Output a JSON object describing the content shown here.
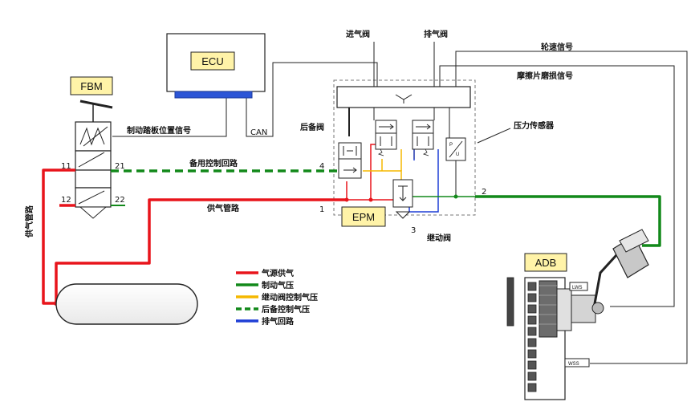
{
  "components": {
    "ecu": "ECU",
    "fbm": "FBM",
    "epm": "EPM",
    "adb": "ADB",
    "lws": "LWS",
    "wss": "WSS"
  },
  "labels": {
    "inlet_valve": "进气阀",
    "exhaust_valve": "排气阀",
    "wheel_speed_signal": "轮速信号",
    "pad_wear_signal": "摩擦片磨损信号",
    "backup_valve": "后备阀",
    "pressure_sensor": "压力传感器",
    "pedal_position_signal": "制动踏板位置信号",
    "can": "CAN",
    "backup_control_circuit": "备用控制回路",
    "supply_pipe_horizontal": "供气管路",
    "supply_pipe_vertical": "供气管路",
    "relay_valve": "继动阀"
  },
  "ports": {
    "p11": "11",
    "p12": "12",
    "p21": "21",
    "p22": "22",
    "p1": "1",
    "p2": "2",
    "p3": "3",
    "p4": "4"
  },
  "legend": [
    {
      "label": "气源供气",
      "color": "#e8141b",
      "style": "solid"
    },
    {
      "label": "制动气压",
      "color": "#12891a",
      "style": "solid"
    },
    {
      "label": "继动阀控制气压",
      "color": "#f5b800",
      "style": "solid"
    },
    {
      "label": "后备控制气压",
      "color": "#12891a",
      "style": "dashed"
    },
    {
      "label": "排气回路",
      "color": "#1f3fd6",
      "style": "solid"
    }
  ],
  "colors": {
    "supply": "#e8141b",
    "brake": "#12891a",
    "relay_control": "#f5b800",
    "exhaust": "#1f3fd6",
    "component_fill": "#fff3a8",
    "ecu_bar": "#2c55d6"
  }
}
